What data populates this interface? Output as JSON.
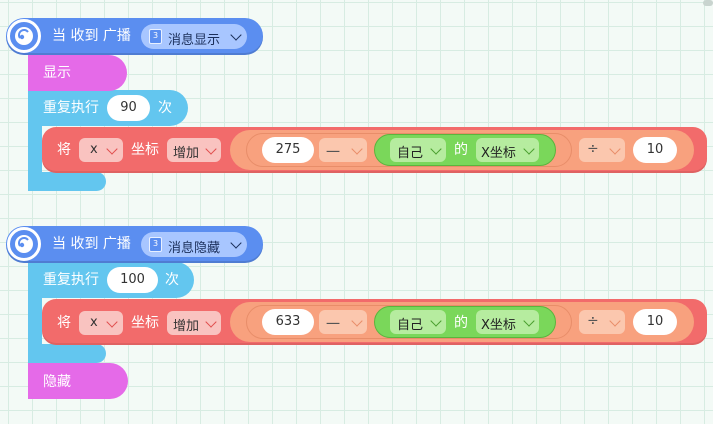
{
  "script1": {
    "hat": {
      "label": "当 收到 广播",
      "message": "消息显示",
      "badge": "3"
    },
    "show_block": "显示",
    "repeat": {
      "label": "重复执行",
      "count": "90",
      "suffix": "次"
    },
    "change": {
      "prefix": "将",
      "axis": "x",
      "coord_label": "坐标",
      "op_label": "增加",
      "left_operand": "275",
      "minus_op": "一",
      "sprite": "自己",
      "of_label": "的",
      "property": "X坐标",
      "divide_op": "÷",
      "right_operand": "10"
    }
  },
  "script2": {
    "hat": {
      "label": "当 收到 广播",
      "message": "消息隐藏",
      "badge": "3"
    },
    "repeat": {
      "label": "重复执行",
      "count": "100",
      "suffix": "次"
    },
    "change": {
      "prefix": "将",
      "axis": "x",
      "coord_label": "坐标",
      "op_label": "增加",
      "left_operand": "633",
      "minus_op": "一",
      "sprite": "自己",
      "of_label": "的",
      "property": "X坐标",
      "divide_op": "÷",
      "right_operand": "10"
    },
    "hide_block": "隐藏"
  },
  "colors": {
    "event": "#5b8ef0",
    "looks": "#e56ae8",
    "control": "#63c6ef",
    "motion": "#f26b6b",
    "operator": "#f8a17e",
    "sensing": "#7ad75a"
  },
  "icons": {
    "hat": "broadcast-receive-icon",
    "dropdown": "chevron-down-icon"
  }
}
